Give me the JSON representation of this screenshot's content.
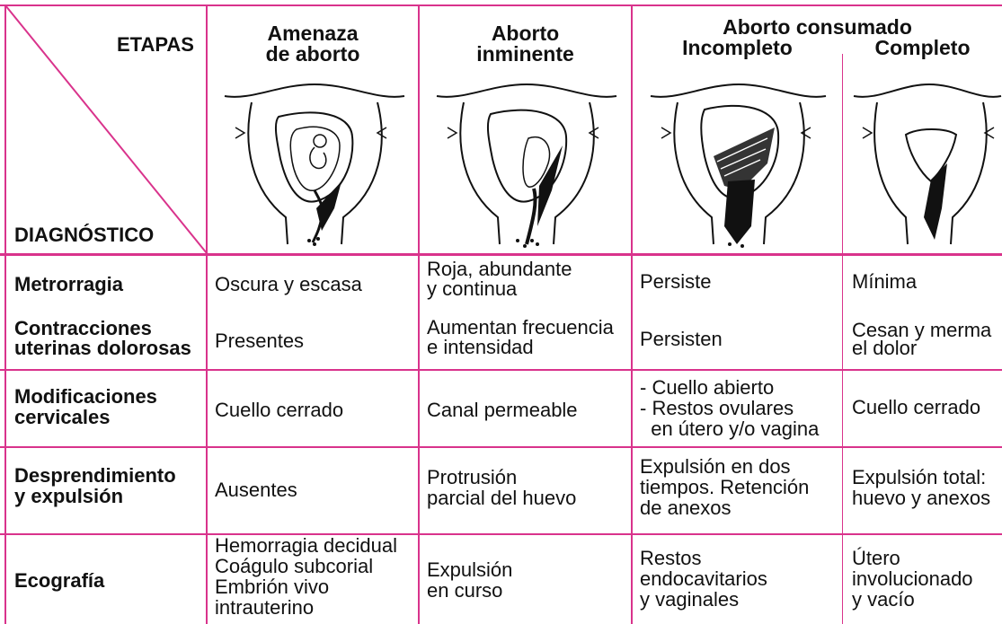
{
  "header": {
    "etapas": "ETAPAS",
    "diagnostico": "DIAGNÓSTICO",
    "amenaza": [
      "Amenaza",
      "de aborto"
    ],
    "inminente": [
      "Aborto",
      "inminente"
    ],
    "consumado": "Aborto consumado",
    "incompleto": "Incompleto",
    "completo": "Completo"
  },
  "rows": [
    {
      "label": [
        "Metrorragia"
      ],
      "cells": [
        [
          "Oscura y escasa"
        ],
        [
          "Roja, abundante",
          "y continua"
        ],
        [
          "Persiste"
        ],
        [
          "Mínima"
        ]
      ]
    },
    {
      "label": [
        "Contracciones",
        "uterinas dolorosas"
      ],
      "cells": [
        [
          "Presentes"
        ],
        [
          "Aumentan frecuencia",
          "e intensidad"
        ],
        [
          "Persisten"
        ],
        [
          "Cesan y merma",
          "el dolor"
        ]
      ]
    },
    {
      "label": [
        "Modificaciones",
        "cervicales"
      ],
      "cells": [
        [
          "Cuello cerrado"
        ],
        [
          "Canal permeable"
        ],
        [
          "- Cuello abierto",
          "- Restos ovulares",
          "  en útero y/o vagina"
        ],
        [
          "Cuello cerrado"
        ]
      ]
    },
    {
      "label": [
        "Desprendimiento",
        "y expulsión"
      ],
      "cells": [
        [
          "Ausentes"
        ],
        [
          "Protrusión",
          "parcial del huevo"
        ],
        [
          "Expulsión en dos",
          "tiempos. Retención",
          "de anexos"
        ],
        [
          "Expulsión total:",
          "huevo y anexos"
        ]
      ]
    },
    {
      "label": [
        "Ecografía"
      ],
      "cells": [
        [
          "Hemorragia decidual",
          "Coágulo subcorial",
          "Embrión vivo",
          "intrauterino"
        ],
        [
          "Expulsión",
          "en curso"
        ],
        [
          "Restos",
          "endocavitarios",
          "y vaginales"
        ],
        [
          "Útero",
          "involucionado",
          "y vacío"
        ]
      ]
    }
  ],
  "colors": {
    "grid": "#d9338c",
    "text": "#111111"
  }
}
